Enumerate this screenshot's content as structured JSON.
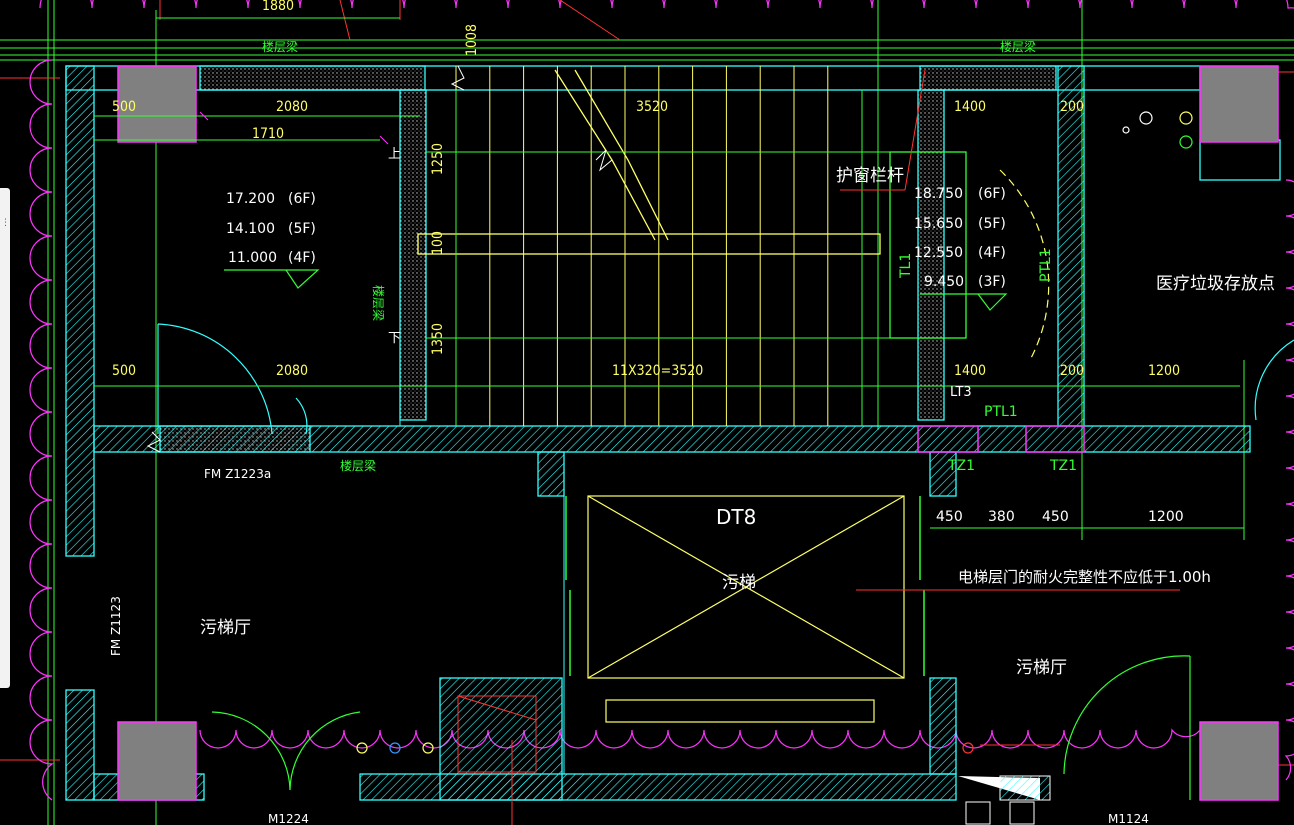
{
  "top_dimension": "1880",
  "floor_beam_label": "楼层梁",
  "stair_beam_label": "楼层梁",
  "dims_row1": [
    "500",
    "2080",
    "3520",
    "1400",
    "200"
  ],
  "dim_1710": "1710",
  "dims_vertical": [
    "1250",
    "100",
    "1350",
    "1008"
  ],
  "dims_row2": [
    "500",
    "2080",
    "11X320=3520",
    "1400",
    "200",
    "1200"
  ],
  "dims_row3": [
    "450",
    "380",
    "450",
    "1200"
  ],
  "levels_left": [
    {
      "elev": "17.200",
      "floor": "(6F)"
    },
    {
      "elev": "14.100",
      "floor": "(5F)"
    },
    {
      "elev": "11.000",
      "floor": "(4F)"
    }
  ],
  "levels_right": [
    {
      "elev": "18.750",
      "floor": "(6F)"
    },
    {
      "elev": "15.650",
      "floor": "(5F)"
    },
    {
      "elev": "12.550",
      "floor": "(4F)"
    },
    {
      "elev": "9.450",
      "floor": "(3F)"
    }
  ],
  "labels": {
    "window_rail": "护窗栏杆",
    "medical_waste": "医疗垃圾存放点",
    "elevator_id": "DT8",
    "dirty_elevator": "污梯",
    "dirty_hall_left": "污梯厅",
    "dirty_hall_right": "污梯厅",
    "fire_note": "电梯层门的耐火完整性不应低于1.00h",
    "door_fm_a": "FM Z1223a",
    "door_fm_b": "FM Z1123",
    "door_m1": "M1224",
    "door_m2": "M1124",
    "up_mark": "上",
    "down_mark": "下",
    "tl1": "TL1",
    "ptl1_v": "PTL1",
    "ptl1_h": "PTL1",
    "lt3": "LT3",
    "tz1_a": "TZ1",
    "tz1_b": "TZ1"
  },
  "colors": {
    "background": "#000000",
    "wall": "#33ffff",
    "dimension": "#ffff66",
    "grid": "#33ff33",
    "cloud": "#ff33ff",
    "leader": "#ff3333",
    "column": "#808080"
  }
}
